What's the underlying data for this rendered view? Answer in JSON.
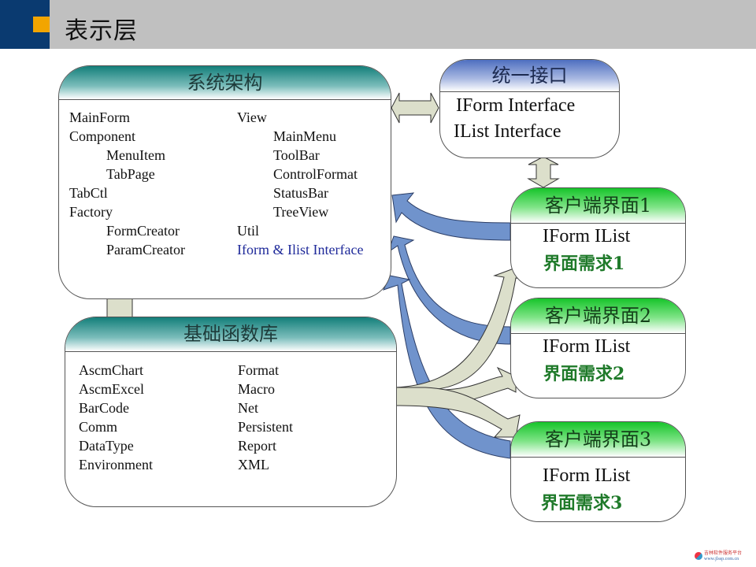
{
  "header": {
    "title": "表示层",
    "colors": {
      "bar": "#c0c0c0",
      "left_block": "#0a3a70",
      "accent_square": "#f2a500"
    }
  },
  "system_arch": {
    "title": "系统架构",
    "left_items": [
      "MainForm",
      "Component",
      "MenuItem",
      "TabPage",
      "TabCtl",
      "Factory",
      "FormCreator",
      "ParamCreator"
    ],
    "right_items": [
      "View",
      "MainMenu",
      "ToolBar",
      "ControlFormat",
      "StatusBar",
      "TreeView",
      "Util",
      "Iform & Ilist Interface"
    ]
  },
  "unified_interface": {
    "title": "统一接口",
    "items": [
      "IForm Interface",
      "IList Interface"
    ]
  },
  "base_library": {
    "title": "基础函数库",
    "left_items": [
      "AscmChart",
      "AscmExcel",
      "BarCode",
      "Comm",
      "DataType",
      "Environment"
    ],
    "right_items": [
      "Format",
      "Macro",
      "Net",
      "Persistent",
      "Report",
      "XML"
    ]
  },
  "clients": [
    {
      "title": "客户端界面1",
      "line1": "IForm IList",
      "line2": "界面需求1"
    },
    {
      "title": "客户端界面2",
      "line1": "IForm IList",
      "line2": "界面需求2"
    },
    {
      "title": "客户端界面3",
      "line1": "IForm IList",
      "line2": "界面需求3"
    }
  ],
  "colors": {
    "teal_header": "#137f7a",
    "blue_header": "#4e6fc0",
    "green_header": "#16c42a",
    "blue_arrow": "#7093cc",
    "beige_arrow": "#dcdfcb",
    "interface_text": "#1f2a9a",
    "requirement_text": "#1f7a2a"
  },
  "watermark": {
    "line1": "吉林软件服务平台",
    "line2": "www.jlssp.com.cn"
  }
}
